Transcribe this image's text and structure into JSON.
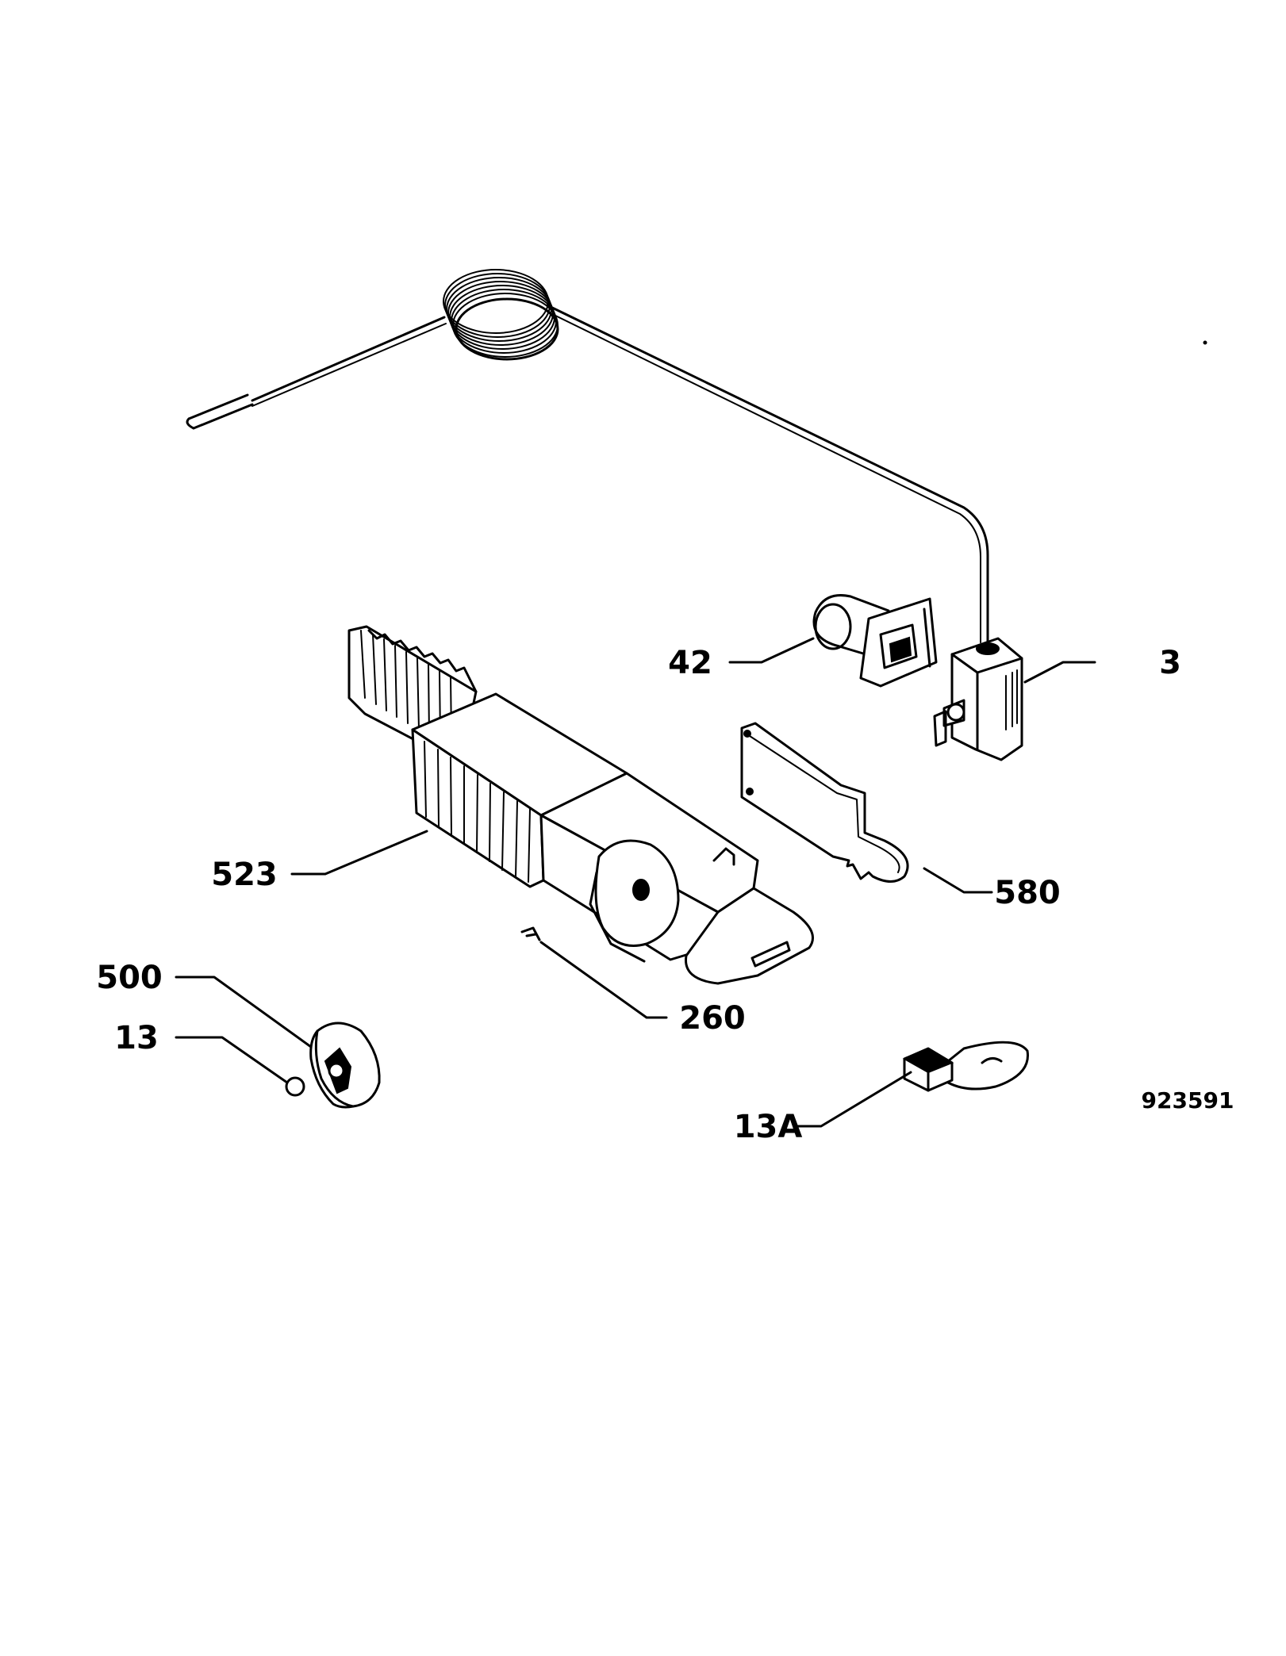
{
  "diagram_ref": "923591",
  "callouts": [
    {
      "id": "3",
      "label": "3"
    },
    {
      "id": "42",
      "label": "42"
    },
    {
      "id": "523",
      "label": "523"
    },
    {
      "id": "580",
      "label": "580"
    },
    {
      "id": "260",
      "label": "260"
    },
    {
      "id": "500",
      "label": "500"
    },
    {
      "id": "13",
      "label": "13"
    },
    {
      "id": "13a",
      "label": "13A"
    }
  ]
}
